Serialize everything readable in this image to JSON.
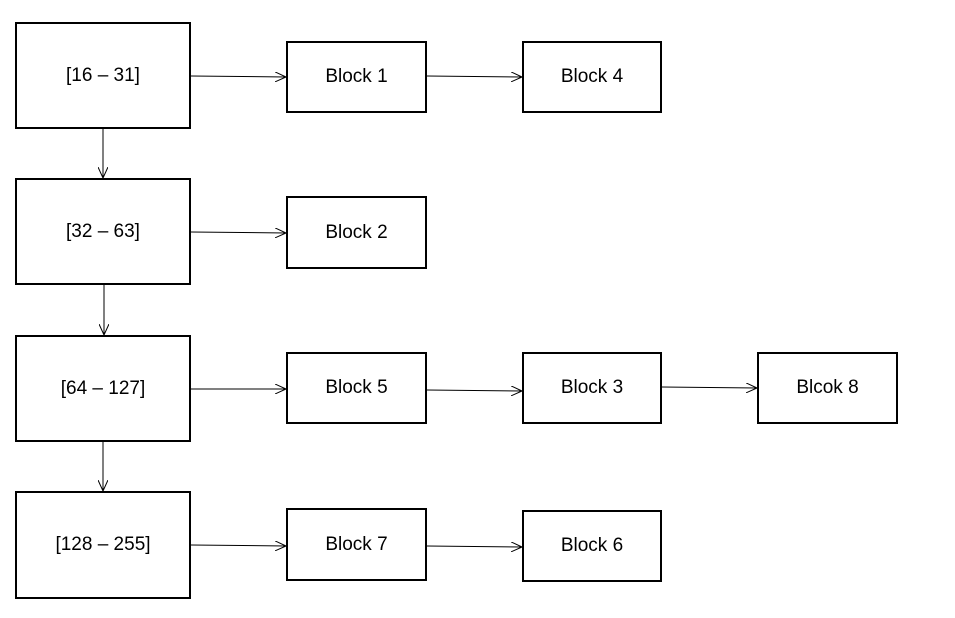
{
  "ranges": [
    {
      "label": "[16 – 31]"
    },
    {
      "label": "[32 – 63]"
    },
    {
      "label": "[64 – 127]"
    },
    {
      "label": "[128 – 255]"
    }
  ],
  "blocks": {
    "row1": [
      "Block 1",
      "Block 4"
    ],
    "row2": [
      "Block 2"
    ],
    "row3": [
      "Block 5",
      "Block 3",
      "Blcok 8"
    ],
    "row4": [
      "Block 7",
      "Block 6"
    ]
  },
  "colors": {
    "stroke": "#000000",
    "background": "#ffffff"
  }
}
